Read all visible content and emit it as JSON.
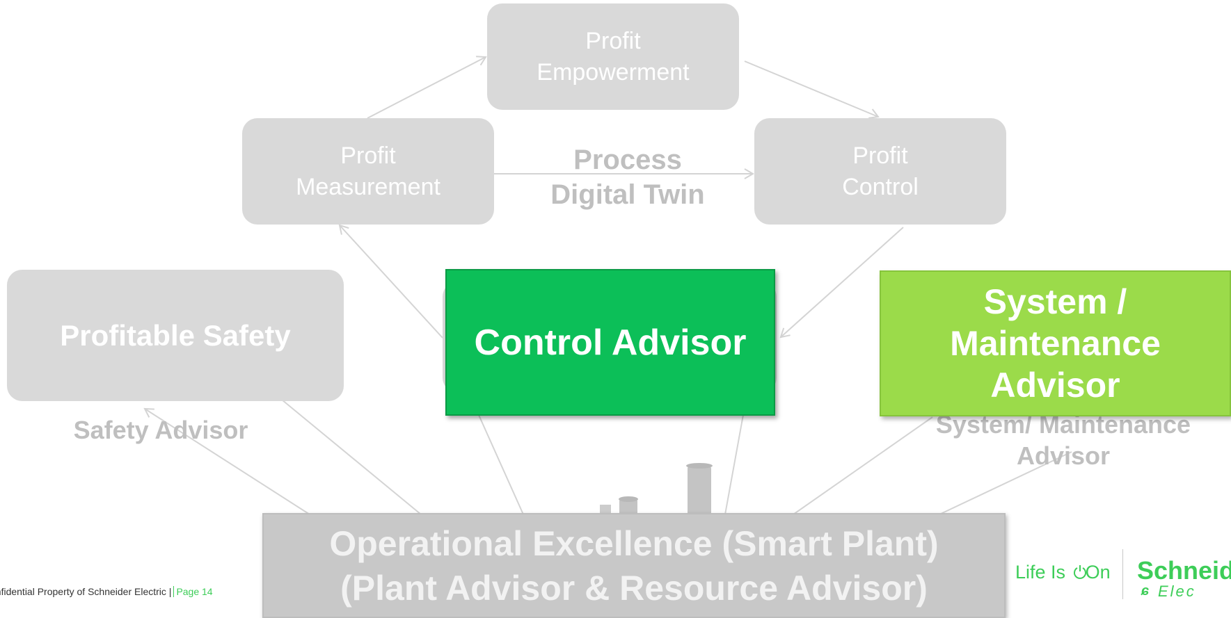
{
  "diagram": {
    "nodes": {
      "profit_empowerment": {
        "lines": [
          "Profit",
          "Empowerment"
        ]
      },
      "profit_measurement": {
        "lines": [
          "Profit",
          "Measurement"
        ]
      },
      "profit_control": {
        "lines": [
          "Profit",
          "Control"
        ]
      },
      "profitable_safety": {
        "label": "Profitable Safety"
      },
      "control_advisor": {
        "label": "Control Advisor"
      },
      "system_maintenance_advisor": {
        "lines": [
          "System /",
          "Maintenance",
          "Advisor"
        ]
      },
      "operational_excellence": {
        "lines": [
          "Operational Excellence (Smart Plant)",
          "(Plant Advisor & Resource Advisor)"
        ]
      }
    },
    "labels": {
      "process_digital_twin": [
        "Process",
        "Digital Twin"
      ],
      "safety_advisor": "Safety Advisor",
      "system_maintenance_underlabel": [
        "System/  Maintenance",
        "Advisor"
      ]
    },
    "colors": {
      "grey_box": "#d9d9d9",
      "control_advisor": "#0cbf58",
      "system_advisor": "#9bdb4a",
      "operational_excellence": "#c8c8c8",
      "connector": "#d4d4d4",
      "brand": "#3dcd58"
    }
  },
  "footer": {
    "confidential": "onfidential Property of Schneider Electric |",
    "page": "Page 14"
  },
  "branding": {
    "tagline_life_is": "Life Is",
    "tagline_on": "On",
    "brand_name": "Schneid",
    "brand_sub": "Elec"
  }
}
